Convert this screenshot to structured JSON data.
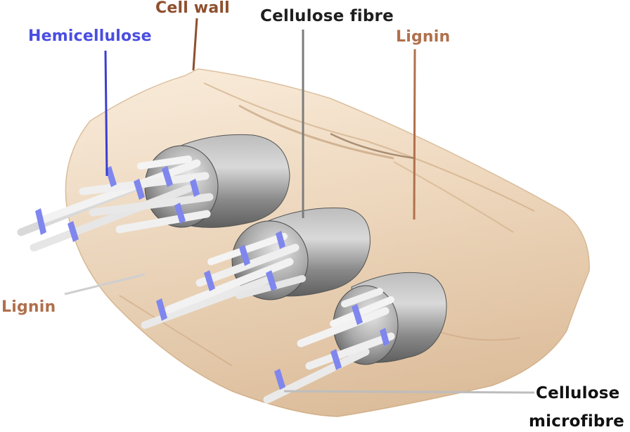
{
  "labels": {
    "cell_wall": "Cell wall",
    "cellulose_fibre": "Cellulose fibre",
    "hemicellulose": "Hemicellulose",
    "lignin_right": "Lignin",
    "lignin_left": "Lignin",
    "cellulose_microfibre_line1": "Cellulose",
    "cellulose_microfibre_line2": "microfibre"
  },
  "colors": {
    "cell_wall_label": "#8e4f2e",
    "lignin_label": "#b0704c",
    "hemicellulose_label": "#4a4ee0",
    "cellulose_fibre_label": "#1e1e1e",
    "microfibre_label": "#111111",
    "wall_fill": "#f2dcc0",
    "fibre_gray": "#8c8c8c",
    "rod": "#f2f2f2",
    "hemi_blue": "#7f86ee"
  }
}
